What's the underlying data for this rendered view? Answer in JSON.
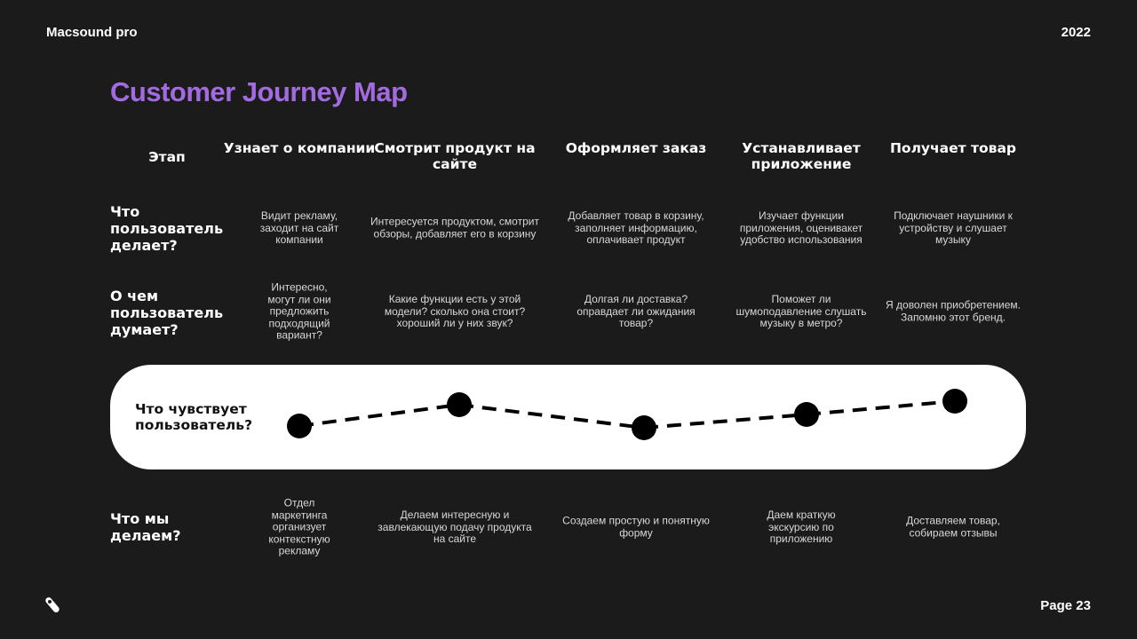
{
  "header": {
    "brand": "Macsound pro",
    "year": "2022"
  },
  "title": "Customer Journey Map",
  "stage_label": "Этап",
  "stages": [
    "Узнает о компании",
    "Смотрит продукт на сайте",
    "Оформляет заказ",
    "Устанавливает приложение",
    "Получает товар"
  ],
  "rows": {
    "does": {
      "label": "Что пользователь делает?",
      "cells": [
        "Видит рекламу, заходит на сайт компании",
        "Интересуется продуктом, смотрит обзоры, добавляет его в корзину",
        "Добавляет товар в корзину, заполняет информацию, оплачивает продукт",
        "Изучает функции приложения, оценивакет удобство использования",
        "Подключает наушники к устройству и слушает музыку"
      ]
    },
    "thinks": {
      "label": "О чем пользователь думает?",
      "cells": [
        "Интересно, могут ли они предложить подходящий вариант?",
        "Какие функции есть у этой модели? сколько она стоит? хороший ли у них звук?",
        "Долгая ли доставка? оправдает ли ожидания товар?",
        "Поможет ли шумоподавление слушать музыку в метро?",
        "Я доволен приобретением. Запомню этот бренд."
      ]
    },
    "feels": {
      "label": "Что чувствует пользователь?"
    },
    "we_do": {
      "label": "Что мы делаем?",
      "cells": [
        "Отдел маркетинга организует контекстную рекламу",
        "Делаем интересную и завлекающую подачу продукта на сайте",
        "Создаем простую и понятную форму",
        "Даем краткую экскурсию по приложению",
        "Доставляем товар, собираем отзывы"
      ]
    }
  },
  "chart_data": {
    "type": "line",
    "categories": [
      "Узнает о компании",
      "Смотрит продукт на сайте",
      "Оформляет заказ",
      "Устанавливает приложение",
      "Получает товар"
    ],
    "values": [
      3,
      7.8,
      2.6,
      5.6,
      8.6
    ],
    "ylim": [
      0,
      10
    ],
    "title": "",
    "xlabel": "",
    "ylabel": ""
  },
  "footer": {
    "page": "Page 23"
  },
  "colors": {
    "accent": "#a36be0",
    "background": "#1b1b1b"
  }
}
